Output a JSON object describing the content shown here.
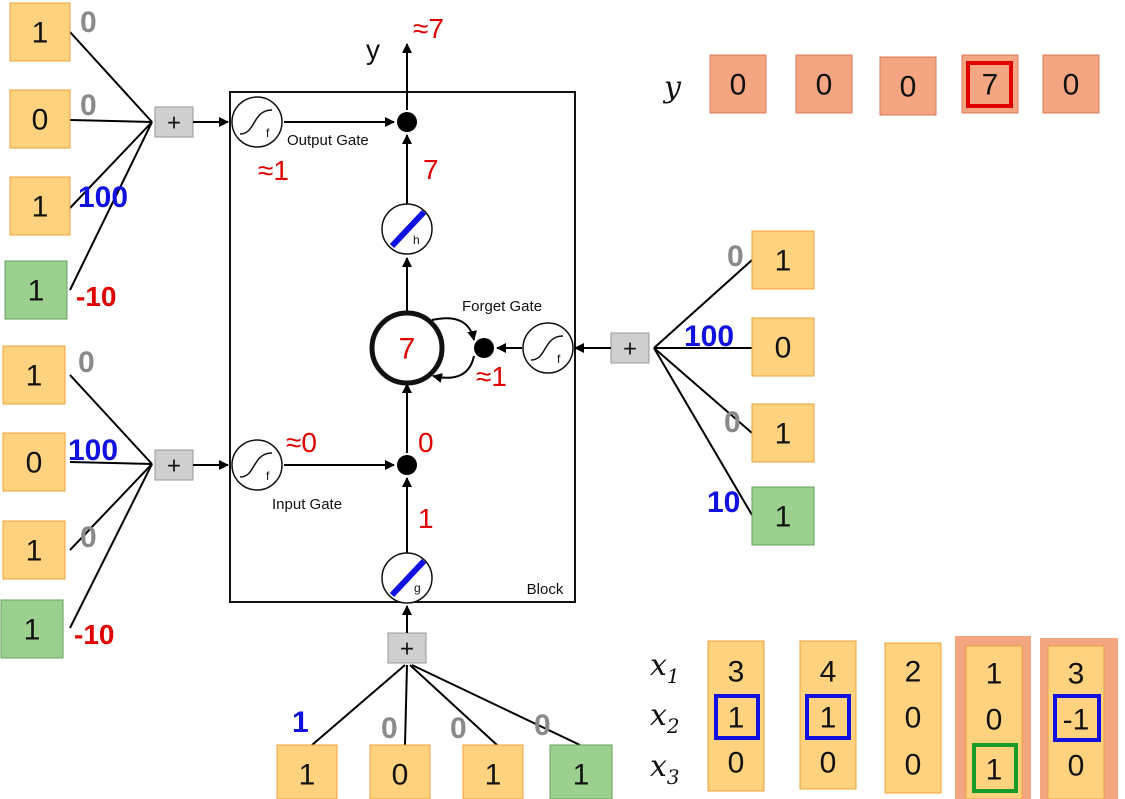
{
  "output": {
    "label": "y",
    "approx": "≈7",
    "seq_label": "y",
    "seq_values": [
      "0",
      "0",
      "0",
      "7",
      "0"
    ]
  },
  "block": {
    "title": "Block",
    "output_gate_label": "Output Gate",
    "input_gate_label": "Input Gate",
    "forget_gate_label": "Forget Gate",
    "gate_symbol": "f",
    "h_symbol": "h",
    "g_symbol": "g",
    "cell_value": "7",
    "output_gate_value": "≈1",
    "input_gate_value": "≈0",
    "forget_gate_value": "≈1",
    "h_to_mult": "7",
    "mult_to_cell": "0",
    "g_out": "1"
  },
  "plus_symbol": "+",
  "output_gate_inputs": [
    {
      "value": "1",
      "weight": "0"
    },
    {
      "value": "0",
      "weight": "0"
    },
    {
      "value": "1",
      "weight": "100"
    },
    {
      "value": "1",
      "weight": "-10"
    }
  ],
  "input_gate_inputs": [
    {
      "value": "1",
      "weight": "0"
    },
    {
      "value": "0",
      "weight": "100"
    },
    {
      "value": "1",
      "weight": "0"
    },
    {
      "value": "1",
      "weight": "-10"
    }
  ],
  "forget_gate_inputs": [
    {
      "value": "1",
      "weight": "0"
    },
    {
      "value": "0",
      "weight": "100"
    },
    {
      "value": "1",
      "weight": "0"
    },
    {
      "value": "1",
      "weight": "10"
    }
  ],
  "cell_inputs": [
    {
      "value": "1",
      "weight": "1"
    },
    {
      "value": "0",
      "weight": "0"
    },
    {
      "value": "1",
      "weight": "0"
    },
    {
      "value": "1",
      "weight": "0"
    }
  ],
  "x_table": {
    "row_labels": [
      "x",
      "x",
      "x"
    ],
    "row_subscripts": [
      "1",
      "2",
      "3"
    ],
    "columns": [
      [
        "3",
        "1",
        "0"
      ],
      [
        "4",
        "1",
        "0"
      ],
      [
        "2",
        "0",
        "0"
      ],
      [
        "1",
        "0",
        "1"
      ],
      [
        "3",
        "-1",
        "0"
      ]
    ]
  },
  "colors": {
    "input_box": "#ffd27f",
    "bias_box": "#9bd08f",
    "output_box": "#f4a582",
    "weight_gray": "#8a8a8a",
    "weight_blue": "#1010e0",
    "weight_red": "#e00000"
  }
}
